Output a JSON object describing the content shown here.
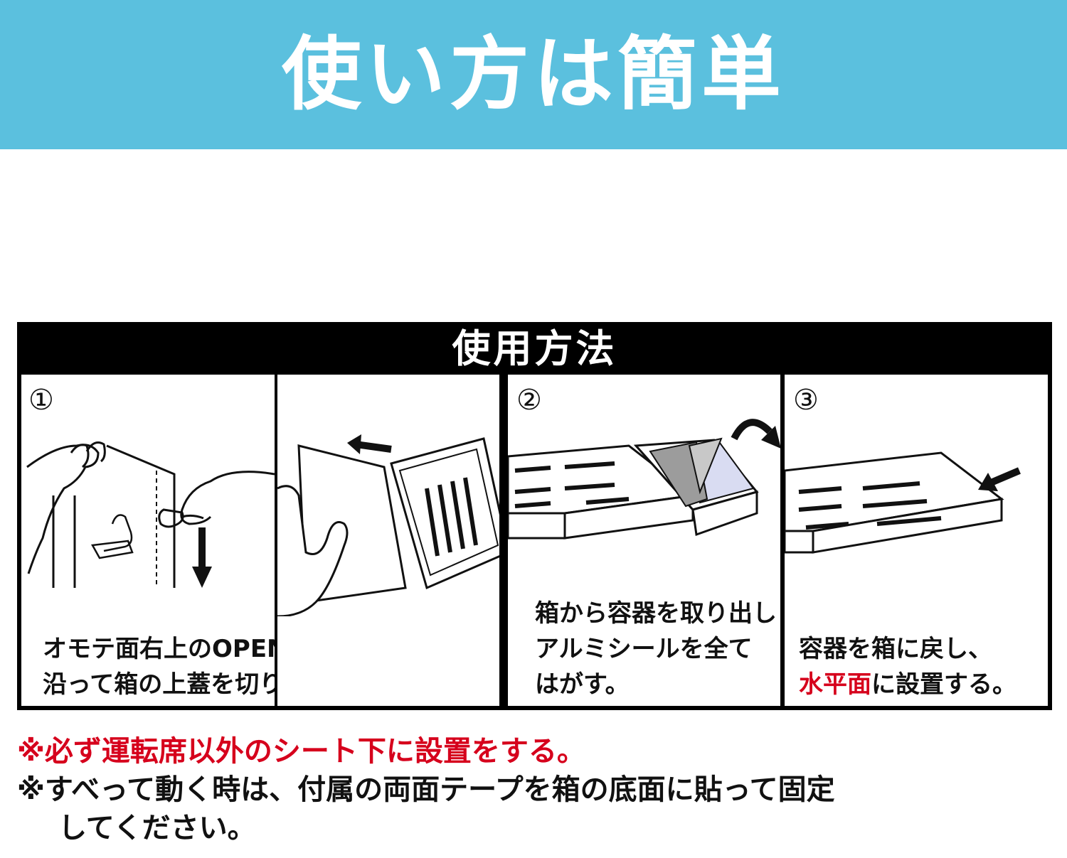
{
  "banner": {
    "title": "使い方は簡単",
    "color": "#5bc0de"
  },
  "usage": {
    "title": "使用方法",
    "steps": [
      {
        "number": "①",
        "caption_lines": [
          "オモテ面右上のOPENからミシン目に",
          "沿って箱の上蓋を切り取って捨てる。"
        ]
      },
      {
        "number": "②",
        "caption_lines": [
          "箱から容器を取り出し",
          "アルミシールを全て",
          "はがす。"
        ]
      },
      {
        "number": "③",
        "caption_line1": "容器を箱に戻し、",
        "caption_line2_highlight": "水平面",
        "caption_line2_rest": "に設置する。"
      }
    ]
  },
  "notes": {
    "warning": "※必ず運転席以外のシート下に設置をする。",
    "info_line1": "※すべって動く時は、付属の両面テープを箱の底面に貼って固定",
    "info_line2": "してください。"
  },
  "colors": {
    "accent_red": "#d6001c",
    "frame": "#000000",
    "foil": "#d9dcf2"
  }
}
